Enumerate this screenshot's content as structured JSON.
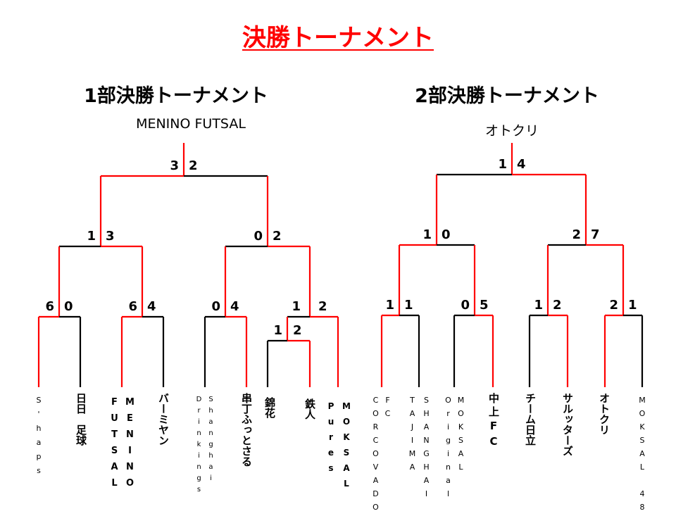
{
  "title": "決勝トーナメント",
  "colors": {
    "title": "#ff0000",
    "winner_line": "#ff0000",
    "loser_line": "#000000"
  },
  "divisions": [
    {
      "title": "1部決勝トーナメント",
      "champion": "MENINO FUTSAL",
      "teams": [
        "S'haps",
        "日日　足球",
        "MENINO\nFUTSAL",
        "バーミヤン",
        "Shanghai\nDrinkings",
        "串丁ふっとさる",
        "錦花",
        "鉄人",
        "MOKSAL\nPures"
      ],
      "scores": {
        "r1_m1": [
          "6",
          "0"
        ],
        "r1_m2": [
          "6",
          "4"
        ],
        "r1_m3": [
          "0",
          "4"
        ],
        "r0_m4": [
          "1",
          "2"
        ],
        "r1_m4": [
          "1",
          "2"
        ],
        "semi_1": [
          "1",
          "3"
        ],
        "semi_2": [
          "0",
          "2"
        ],
        "final": [
          "3",
          "2"
        ]
      }
    },
    {
      "title": "2部決勝トーナメント",
      "champion": "オトクリ",
      "teams": [
        "FC\nCORCOVADO",
        "SHANGHAI\nTAJIMA",
        "MOKSAL\nOriginal",
        "中上FC",
        "チーム日立",
        "サルッターズ",
        "オトクリ",
        "MOKSAL 48"
      ],
      "scores": {
        "r1_m1": [
          "1",
          "1"
        ],
        "r1_m2": [
          "0",
          "5"
        ],
        "r1_m3": [
          "1",
          "2"
        ],
        "r1_m4": [
          "2",
          "1"
        ],
        "semi_1": [
          "1",
          "0"
        ],
        "semi_2": [
          "2",
          "7"
        ],
        "final": [
          "1",
          "4"
        ]
      }
    }
  ]
}
